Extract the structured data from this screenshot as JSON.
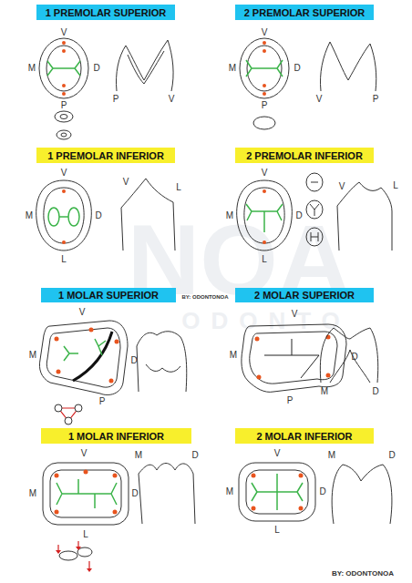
{
  "diagram": {
    "nodes": [
      {
        "text": [
          "1 PREMOLAR SUPERIOR"
        ]
      },
      {
        "text": [
          "2 PREMOLAR SUPERIOR"
        ]
      },
      {
        "text": [
          "1 PREMOLAR INFERIOR"
        ]
      },
      {
        "text": [
          "2 PREMOLAR INFERIOR"
        ]
      },
      {
        "text": [
          "1 MOLAR SUPERIOR"
        ]
      },
      {
        "text": [
          "2 MOLAR SUPERIOR"
        ]
      },
      {
        "text": [
          "1 MOLAR INFERIOR"
        ]
      },
      {
        "text": [
          "2 MOLAR INFERIOR"
        ]
      }
    ],
    "labels": [
      "NOA",
      "ODONTO",
      "V",
      "M",
      "D",
      "P",
      "P",
      "V",
      "V",
      "M",
      "D",
      "P",
      "V",
      "P",
      "V",
      "M",
      "D",
      "L",
      "V",
      "L",
      "V",
      "M",
      "D",
      "L",
      "V",
      "L",
      "V",
      "M",
      "D",
      "P",
      "BY: ODONTONOA",
      "V",
      "M",
      "D",
      "P",
      "M",
      "D",
      "V",
      "M",
      "D",
      "L",
      "M",
      "D",
      "V",
      "M",
      "D",
      "L",
      "M",
      "D",
      "BY: ODONTONOA"
    ]
  }
}
